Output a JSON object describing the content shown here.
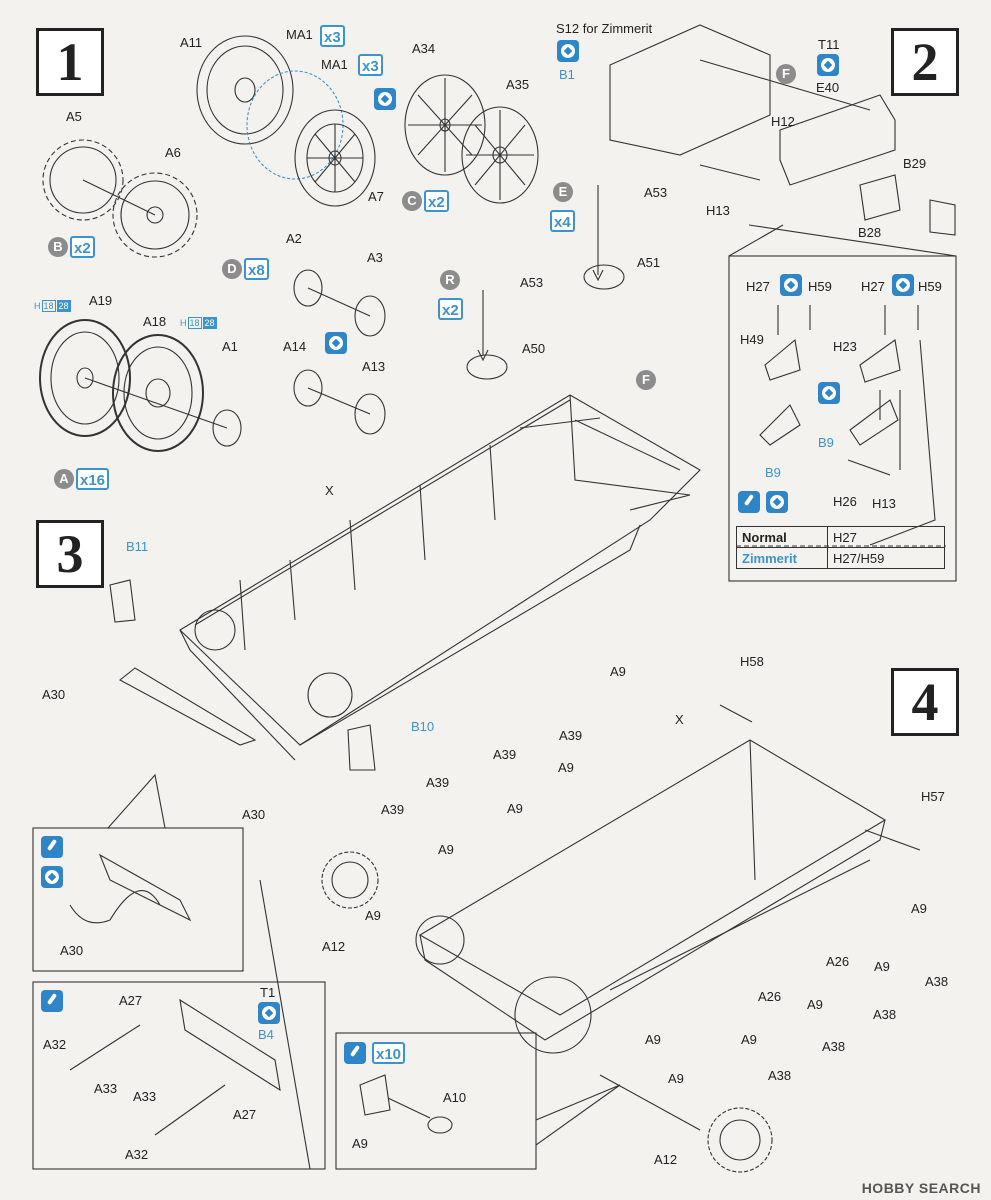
{
  "steps": {
    "s1": "1",
    "s2": "2",
    "s3": "3",
    "s4": "4"
  },
  "step1": {
    "labels": [
      "A11",
      "MA1",
      "MA1",
      "A34",
      "A35",
      "A7",
      "A5",
      "A6",
      "A2",
      "A3",
      "A19",
      "A18",
      "A1",
      "A14",
      "A13"
    ],
    "badges": {
      "MA1_a": "x3",
      "MA1_b": "x3",
      "B": "B",
      "B_mult": "x2",
      "C": "C",
      "C_mult": "x2",
      "D": "D",
      "D_mult": "x8",
      "A": "A",
      "A_mult": "x16"
    },
    "hbox": {
      "h": "H",
      "n1": "18",
      "n2": "28"
    }
  },
  "step2": {
    "labels": [
      "S12 for Zimmerit",
      "B1",
      "T11",
      "E40",
      "H12",
      "H13",
      "B29",
      "B28",
      "A53",
      "A51",
      "A53",
      "A50",
      "H27",
      "H59",
      "H27",
      "H59",
      "H49",
      "H23",
      "B9",
      "B9",
      "H26",
      "H13"
    ],
    "badges": {
      "F": "F",
      "E": "E",
      "E_mult": "x4",
      "R": "R",
      "R_mult": "x2"
    },
    "legend": [
      {
        "label": "Normal",
        "value": "H27"
      },
      {
        "label": "Zimmerit",
        "value": "H27/H59"
      }
    ]
  },
  "step3": {
    "labels": [
      "B11",
      "F",
      "X",
      "A30",
      "A30",
      "B10",
      "A30",
      "A27",
      "T1",
      "B4",
      "A32",
      "A33",
      "A33",
      "A27",
      "A32"
    ]
  },
  "step4": {
    "labels": [
      "H58",
      "A9",
      "X",
      "A39",
      "A9",
      "A39",
      "A9",
      "A39",
      "A9",
      "A39",
      "A9",
      "A9",
      "A12",
      "H57",
      "A9",
      "A26",
      "A9",
      "A26",
      "A9",
      "A38",
      "A38",
      "A9",
      "A38",
      "A9",
      "A38",
      "A9",
      "A10",
      "A9",
      "A12"
    ],
    "badges": {
      "x10": "x10"
    }
  },
  "watermark": "HOBBY SEARCH"
}
